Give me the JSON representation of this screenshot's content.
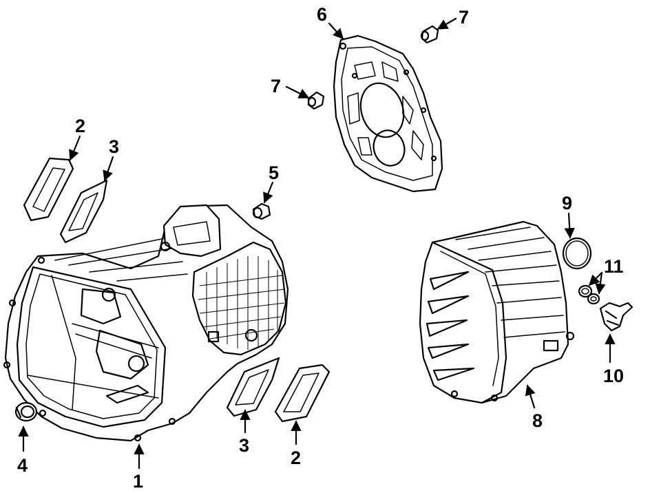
{
  "callouts": [
    {
      "id": "c1",
      "label": "1"
    },
    {
      "id": "c2a",
      "label": "2"
    },
    {
      "id": "c2b",
      "label": "2"
    },
    {
      "id": "c3a",
      "label": "3"
    },
    {
      "id": "c3b",
      "label": "3"
    },
    {
      "id": "c4",
      "label": "4"
    },
    {
      "id": "c5",
      "label": "5"
    },
    {
      "id": "c6",
      "label": "6"
    },
    {
      "id": "c7a",
      "label": "7"
    },
    {
      "id": "c7b",
      "label": "7"
    },
    {
      "id": "c8",
      "label": "8"
    },
    {
      "id": "c9",
      "label": "9"
    },
    {
      "id": "c10",
      "label": "10"
    },
    {
      "id": "c11",
      "label": "11"
    }
  ]
}
